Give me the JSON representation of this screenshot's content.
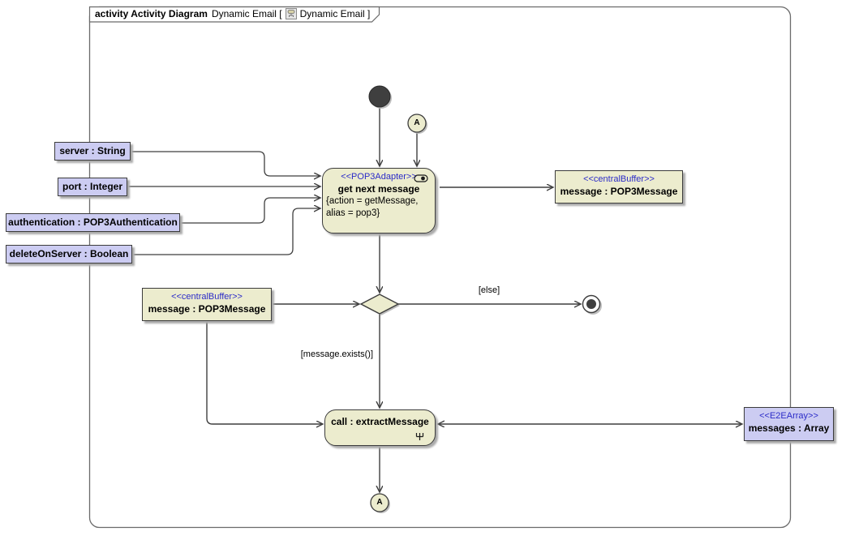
{
  "frame": {
    "title": {
      "keyword": "activity Activity Diagram",
      "diagram_name": "Dynamic Email [",
      "context_name": "Dynamic Email ]"
    }
  },
  "colors": {
    "node_fill": "#ececce",
    "parameter_fill": "#ccccf2",
    "stereotype_text": "#2b2bc8",
    "edge_line": "#3f3f3f",
    "frame_border": "#6b6b6b",
    "initial_final_fill": "#3f3f3f"
  },
  "icons": {
    "title_icon": "activity-diagram-icon",
    "adapter_icon": "adapter-pill-icon",
    "rake_icon": "call-behavior-rake-icon"
  },
  "parameters": [
    {
      "label": "server : String"
    },
    {
      "label": "port : Integer"
    },
    {
      "label": "authentication : POP3Authentication"
    },
    {
      "label": "deleteOnServer : Boolean"
    }
  ],
  "nodes": {
    "get_next_message": {
      "stereotype": "<<POP3Adapter>>",
      "name": "get next message",
      "constraint_line1": "{action = getMessage,",
      "constraint_line2": "alias = pop3}"
    },
    "central_buffer_right": {
      "stereotype": "<<centralBuffer>>",
      "name": "message : POP3Message"
    },
    "central_buffer_left": {
      "stereotype": "<<centralBuffer>>",
      "name": "message : POP3Message"
    },
    "extract_message": {
      "name": "call : extractMessage"
    },
    "messages_array": {
      "stereotype": "<<E2EArray>>",
      "name": "messages : Array"
    },
    "connector_top": {
      "label": "A"
    },
    "connector_bottom": {
      "label": "A"
    }
  },
  "edges": {
    "else_guard": "[else]",
    "exists_guard": "[message.exists()]"
  }
}
